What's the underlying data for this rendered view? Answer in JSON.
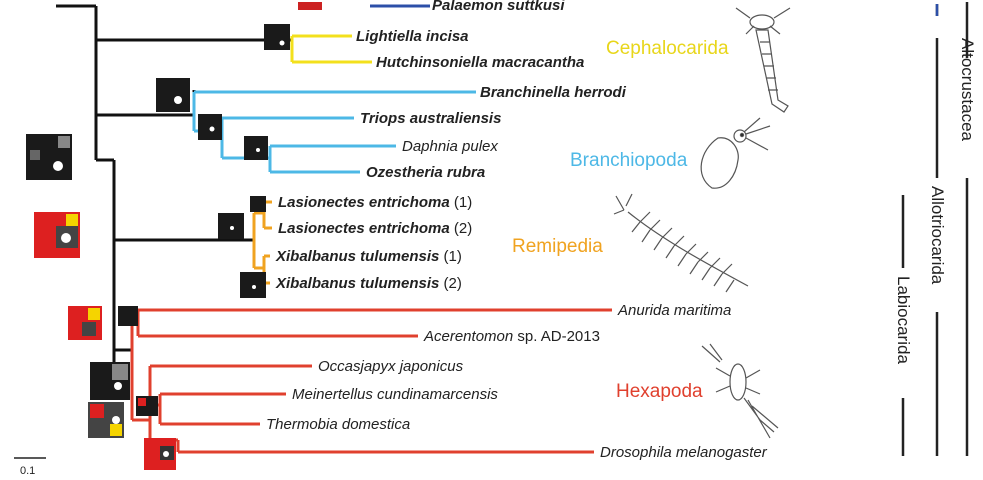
{
  "taxa": {
    "palaemon": {
      "genus": "Palaemon suttkusi",
      "suffix": ""
    },
    "lightiella": {
      "genus": "Lightiella incisa",
      "suffix": ""
    },
    "hutchinsoniella": {
      "genus": "Hutchinsoniella macracantha",
      "suffix": ""
    },
    "branchinella": {
      "genus": "Branchinella herrodi",
      "suffix": ""
    },
    "triops": {
      "genus": "Triops australiensis",
      "suffix": ""
    },
    "daphnia": {
      "genus": "Daphnia pulex",
      "suffix": ""
    },
    "ozestheria": {
      "genus": "Ozestheria rubra",
      "suffix": ""
    },
    "lasionectes1": {
      "genus": "Lasionectes entrichoma",
      "suffix": " (1)"
    },
    "lasionectes2": {
      "genus": "Lasionectes entrichoma",
      "suffix": " (2)"
    },
    "xibalbanus1": {
      "genus": "Xibalbanus tulumensis",
      "suffix": " (1)"
    },
    "xibalbanus2": {
      "genus": "Xibalbanus tulumensis",
      "suffix": " (2)"
    },
    "anurida": {
      "genus": "Anurida maritima",
      "suffix": ""
    },
    "acerentomon": {
      "genus": "Acerentomon",
      "suffix": " sp. AD-2013"
    },
    "occasjapyx": {
      "genus": "Occasjapyx japonicus",
      "suffix": ""
    },
    "meinertellus": {
      "genus": "Meinertellus cundinamarcensis",
      "suffix": ""
    },
    "thermobia": {
      "genus": "Thermobia domestica",
      "suffix": ""
    },
    "drosophila": {
      "genus": "Drosophila melanogaster",
      "suffix": ""
    }
  },
  "groups": {
    "cephalocarida": "Cephalocarida",
    "branchiopoda": "Branchiopoda",
    "remipedia": "Remipedia",
    "hexapoda": "Hexapoda"
  },
  "clades": {
    "altocrustacea": "Altocrustacea",
    "allotriocarida": "Allotriocarida",
    "labiocarida": "Labiocarida"
  },
  "scale_bar": "0.1",
  "colors": {
    "cephalocarida": "#f3e01c",
    "branchiopoda": "#4db8e6",
    "remipedia": "#f0a320",
    "hexapoda": "#e0402e",
    "backbone": "#111111",
    "outgroup": "#2c4fa8"
  }
}
